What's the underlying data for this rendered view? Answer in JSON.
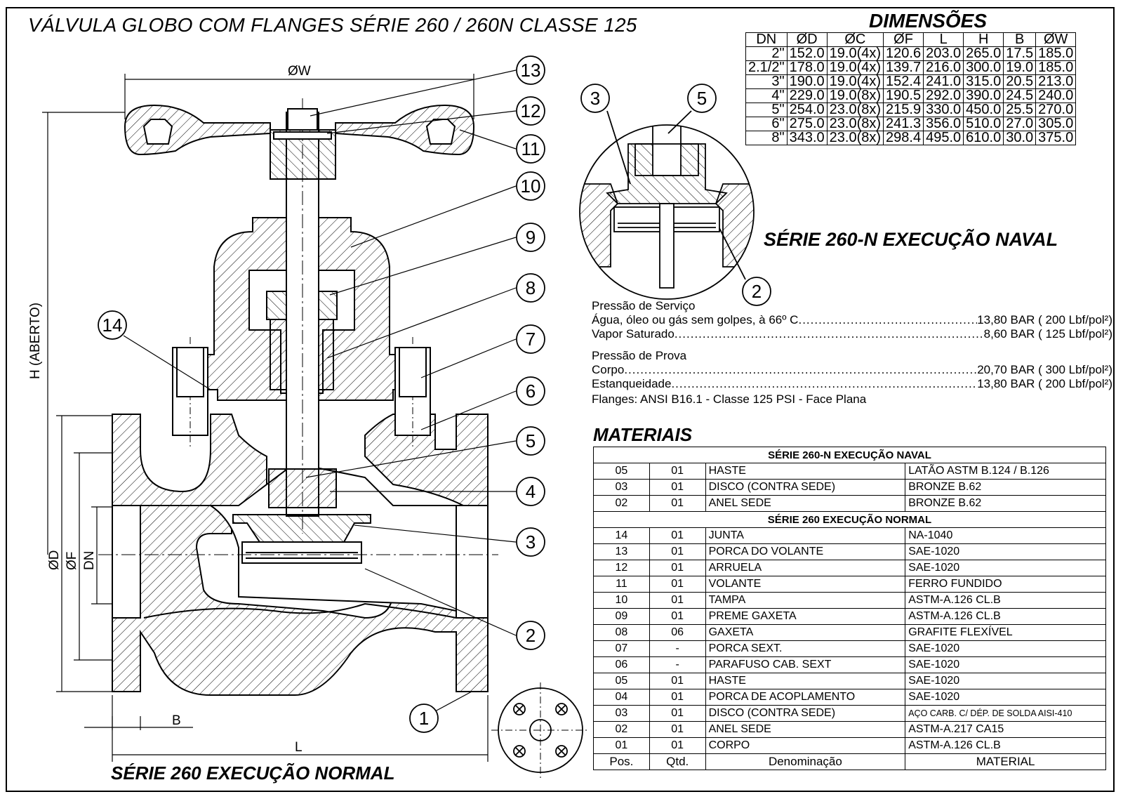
{
  "title": "VÁLVULA GLOBO COM FLANGES SÉRIE 260 / 260N CLASSE 125",
  "dimensions": {
    "title": "DIMENSÕES",
    "headers": [
      "DN",
      "ØD",
      "ØC",
      "ØF",
      "L",
      "H",
      "B",
      "ØW"
    ],
    "rows": [
      [
        "2\"",
        "152.0",
        "19.0(4x)",
        "120.6",
        "203.0",
        "265.0",
        "17.5",
        "185.0"
      ],
      [
        "2.1/2\"",
        "178.0",
        "19.0(4x)",
        "139.7",
        "216.0",
        "300.0",
        "19.0",
        "185.0"
      ],
      [
        "3\"",
        "190.0",
        "19.0(4x)",
        "152.4",
        "241.0",
        "315.0",
        "20.5",
        "213.0"
      ],
      [
        "4\"",
        "229.0",
        "19.0(8x)",
        "190.5",
        "292.0",
        "390.0",
        "24.5",
        "240.0"
      ],
      [
        "5\"",
        "254.0",
        "23.0(8x)",
        "215.9",
        "330.0",
        "450.0",
        "25.5",
        "270.0"
      ],
      [
        "6\"",
        "275.0",
        "23.0(8x)",
        "241.3",
        "356.0",
        "510.0",
        "27.0",
        "305.0"
      ],
      [
        "8\"",
        "343.0",
        "23.0(8x)",
        "298.4",
        "495.0",
        "610.0",
        "30.0",
        "375.0"
      ]
    ]
  },
  "naval_title": "SÉRIE 260-N EXECUÇÃO NAVAL",
  "normal_title": "SÉRIE 260 EXECUÇÃO NORMAL",
  "pressure": {
    "service_heading": "Pressão de Serviço",
    "service": [
      {
        "label": "Água, óleo ou gás sem golpes, à 66º C ",
        "value": " 13,80 BAR ( 200 Lbf/pol²)"
      },
      {
        "label": "Vapor Saturado ",
        "value": " 8,60 BAR ( 125 Lbf/pol²)"
      }
    ],
    "test_heading": "Pressão de Prova",
    "test": [
      {
        "label": "Corpo ",
        "value": " 20,70 BAR ( 300 Lbf/pol²)"
      },
      {
        "label": "Estanqueidade ",
        "value": " 13,80 BAR ( 200 Lbf/pol²)"
      }
    ],
    "flanges": "Flanges: ANSI B16.1 - Classe 125 PSI - Face Plana"
  },
  "materials": {
    "title": "MATERIAIS",
    "naval_section": "SÉRIE 260-N EXECUÇÃO NAVAL",
    "naval_rows": [
      [
        "05",
        "01",
        "HASTE",
        "LATÃO ASTM B.124 / B.126"
      ],
      [
        "03",
        "01",
        "DISCO (CONTRA SEDE)",
        "BRONZE B.62"
      ],
      [
        "02",
        "01",
        "ANEL SEDE",
        "BRONZE B.62"
      ]
    ],
    "normal_section": "SÉRIE 260 EXECUÇÃO NORMAL",
    "normal_rows": [
      [
        "14",
        "01",
        "JUNTA",
        "NA-1040"
      ],
      [
        "13",
        "01",
        "PORCA DO VOLANTE",
        "SAE-1020"
      ],
      [
        "12",
        "01",
        "ARRUELA",
        "SAE-1020"
      ],
      [
        "11",
        "01",
        "VOLANTE",
        "FERRO FUNDIDO"
      ],
      [
        "10",
        "01",
        "TAMPA",
        "ASTM-A.126 CL.B"
      ],
      [
        "09",
        "01",
        "PREME GAXETA",
        "ASTM-A.126 CL.B"
      ],
      [
        "08",
        "06",
        "GAXETA",
        "GRAFITE FLEXÍVEL"
      ],
      [
        "07",
        "-",
        "PORCA SEXT.",
        "SAE-1020"
      ],
      [
        "06",
        "-",
        "PARAFUSO CAB. SEXT",
        "SAE-1020"
      ],
      [
        "05",
        "01",
        "HASTE",
        "SAE-1020"
      ],
      [
        "04",
        "01",
        "PORCA DE ACOPLAMENTO",
        "SAE-1020"
      ],
      [
        "03",
        "01",
        "DISCO (CONTRA SEDE)",
        "AÇO CARB. C/ DÉP. DE SOLDA AISI-410"
      ],
      [
        "02",
        "01",
        "ANEL SEDE",
        "ASTM-A.217 CA15"
      ],
      [
        "01",
        "01",
        "CORPO",
        "ASTM-A.126 CL.B"
      ]
    ],
    "headers": [
      "Pos.",
      "Qtd.",
      "Denominação",
      "MATERIAL"
    ]
  },
  "drawing_labels": {
    "w": "ØW",
    "h": "H (ABERTO)",
    "d": "ØD",
    "f": "ØF",
    "dn": "DN",
    "b": "B",
    "l": "L",
    "balloons": [
      "1",
      "2",
      "3",
      "4",
      "5",
      "6",
      "7",
      "8",
      "9",
      "10",
      "11",
      "12",
      "13",
      "14"
    ],
    "detail_balloons": [
      "3",
      "5",
      "2"
    ]
  }
}
